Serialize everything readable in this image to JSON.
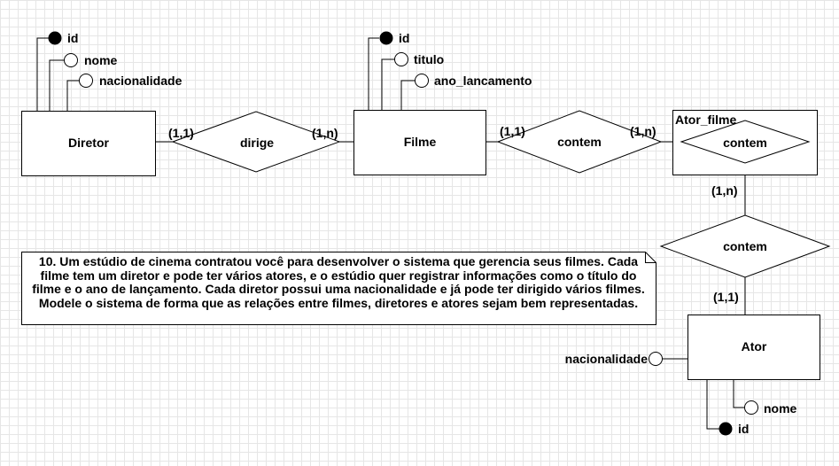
{
  "entities": {
    "diretor": {
      "label": "Diretor",
      "attributes": {
        "id": "id",
        "nome": "nome",
        "nacionalidade": "nacionalidade"
      }
    },
    "filme": {
      "label": "Filme",
      "attributes": {
        "id": "id",
        "titulo": "titulo",
        "ano": "ano_lancamento"
      }
    },
    "ator_filme": {
      "label": "Ator_filme",
      "relationship": "contem"
    },
    "ator": {
      "label": "Ator",
      "attributes": {
        "nacionalidade": "nacionalidade",
        "nome": "nome",
        "id": "id"
      }
    }
  },
  "relationships": {
    "dirige": {
      "label": "dirige",
      "card_left": "(1,1)",
      "card_right": "(1,n)"
    },
    "contem_filme": {
      "label": "contem",
      "card_left": "(1,1)",
      "card_right": "(1,n)"
    },
    "contem_ator": {
      "label": "contem",
      "card_top": "(1,n)",
      "card_bottom": "(1,1)"
    }
  },
  "note": {
    "text": "10. Um estúdio de cinema contratou você para desenvolver o sistema que gerencia seus filmes. Cada filme tem um diretor e pode ter vários atores, e o estúdio quer registrar informações como o título do filme e o ano de lançamento. Cada diretor possui uma nacionalidade e já pode ter dirigido vários filmes. Modele o sistema de forma que as relações entre filmes, diretores e atores sejam bem representadas."
  }
}
